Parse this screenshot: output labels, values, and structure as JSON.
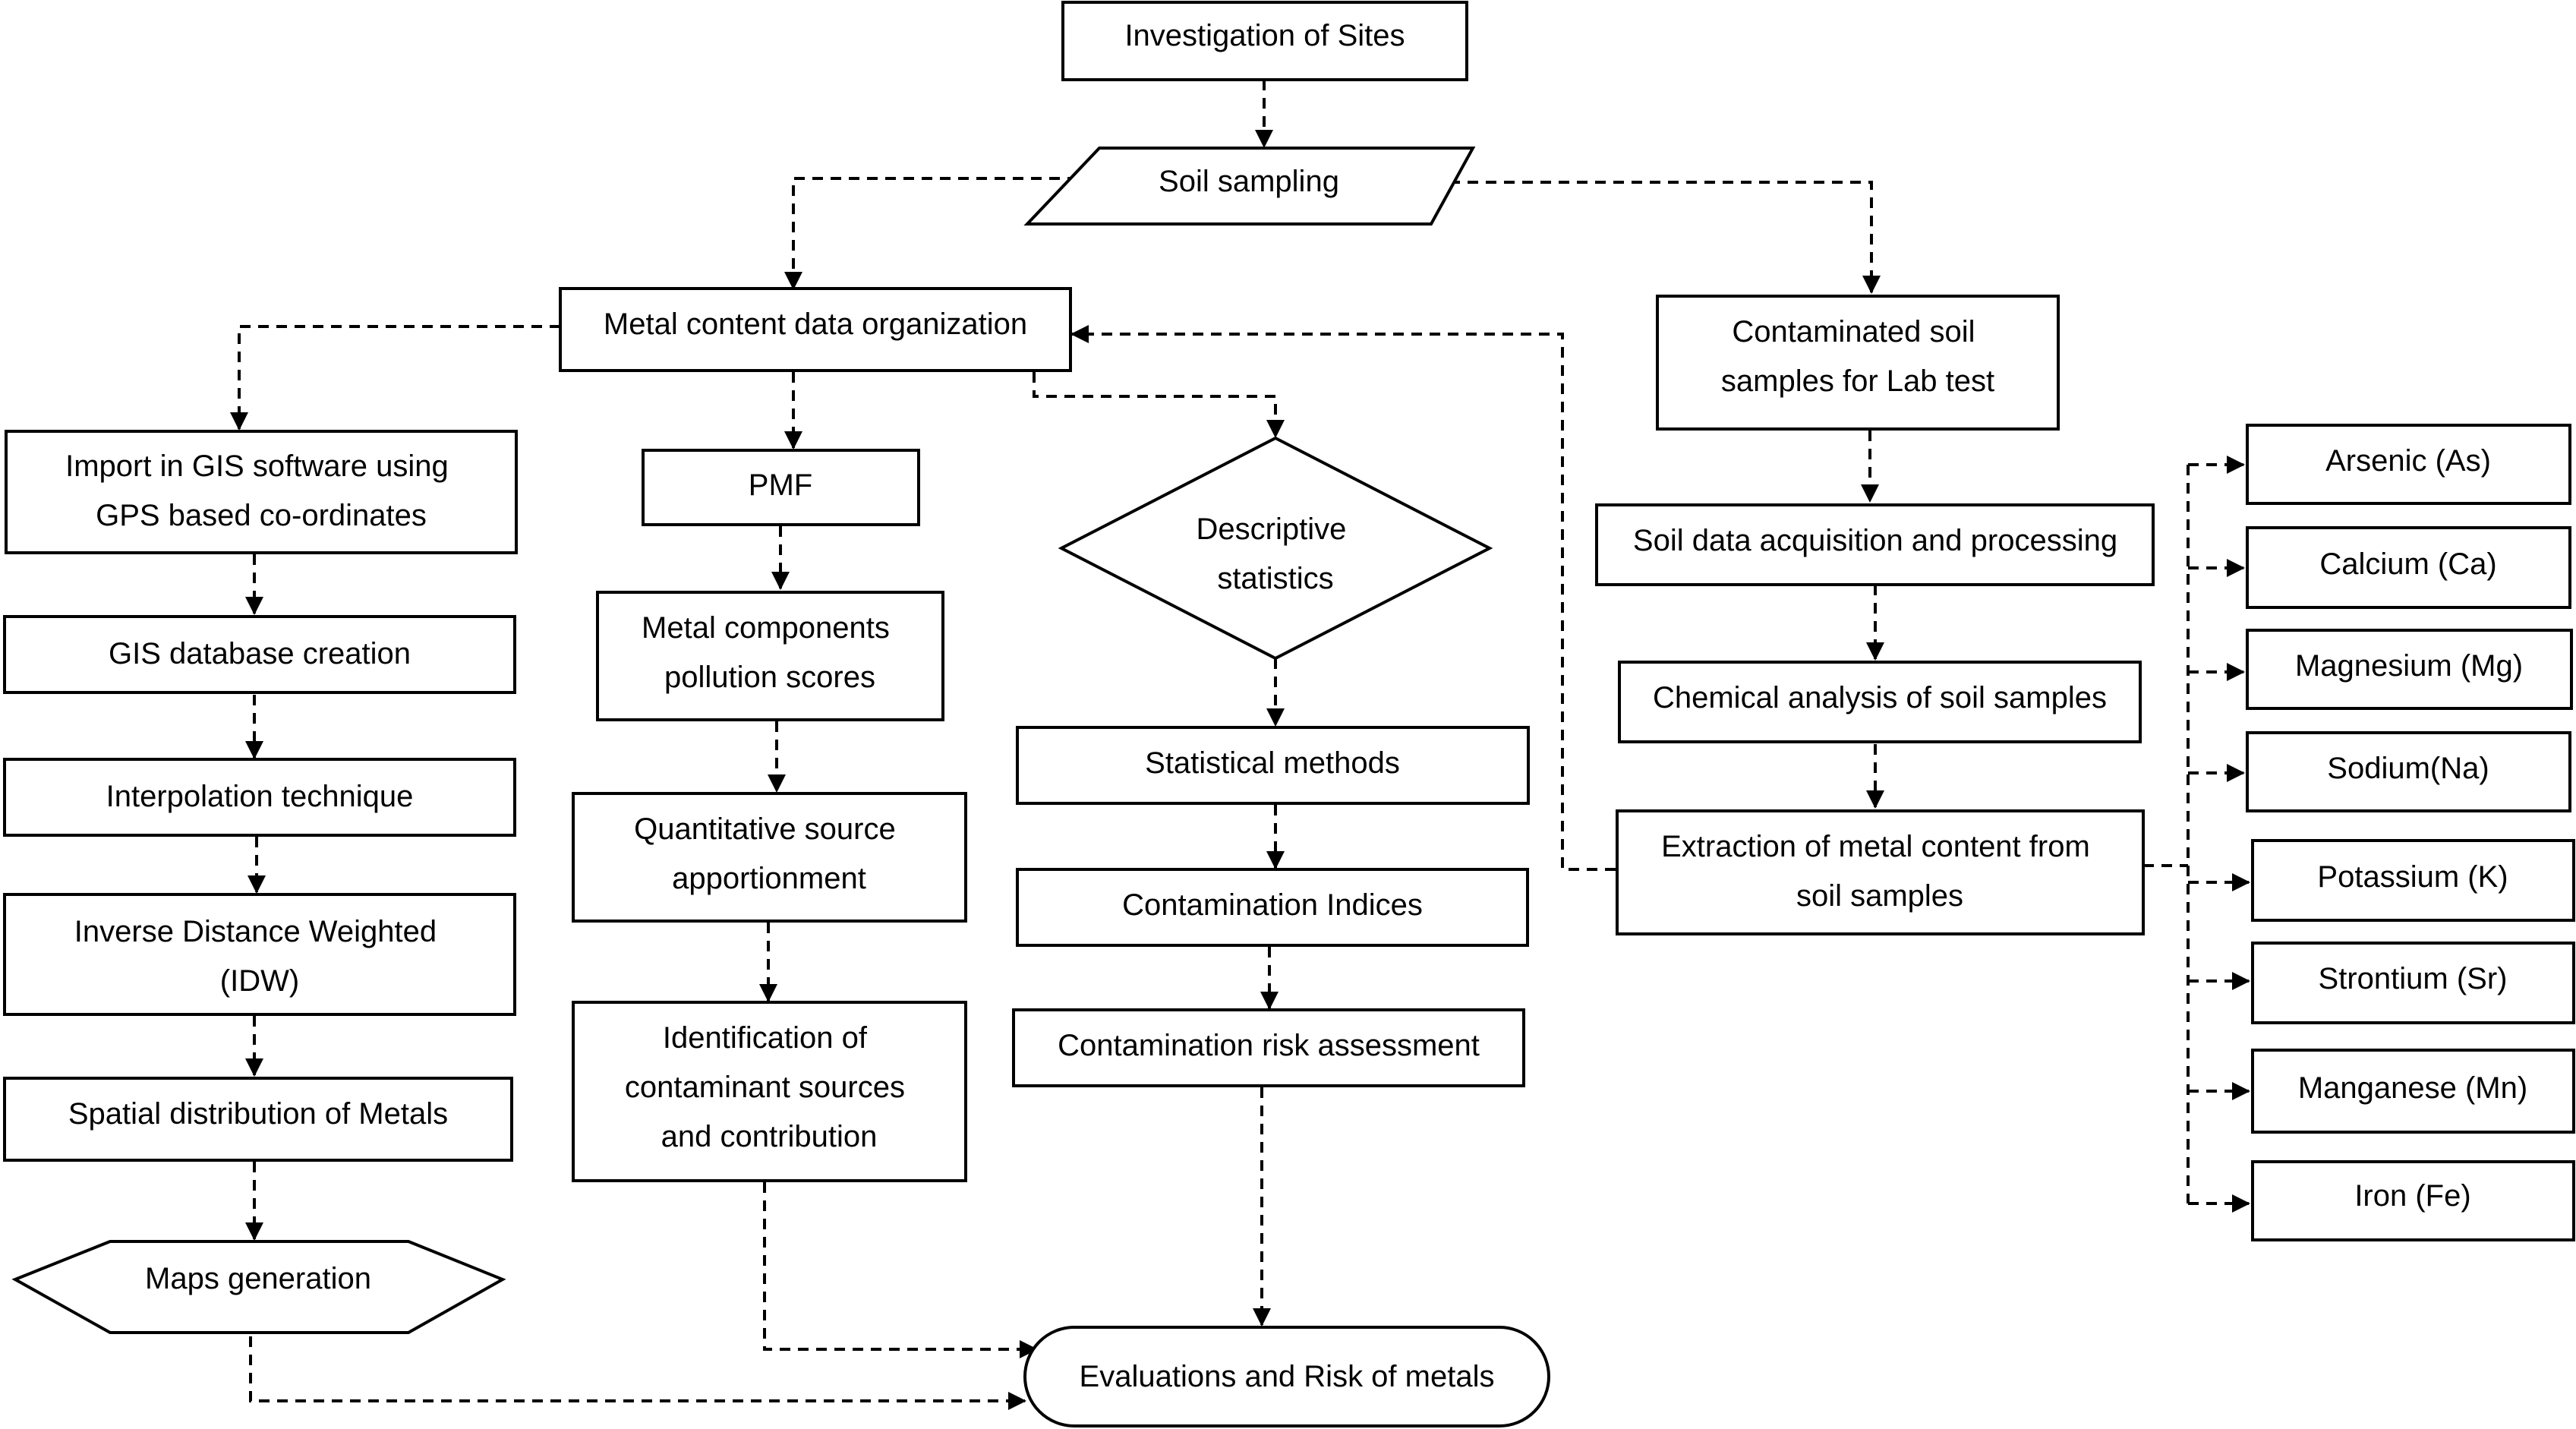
{
  "nodes": {
    "investigation": [
      "Investigation of Sites"
    ],
    "soil_sampling": [
      "Soil sampling"
    ],
    "metal_content": [
      "Metal content data organization"
    ],
    "contaminated": [
      "Contaminated soil",
      "samples for Lab test"
    ],
    "import_gis": [
      "Import in GIS software using",
      "GPS based co-ordinates"
    ],
    "gis_db": [
      "GIS database creation"
    ],
    "interpolation": [
      "Interpolation technique"
    ],
    "idw": [
      "Inverse Distance Weighted",
      "(IDW)"
    ],
    "spatial": [
      "Spatial distribution of Metals"
    ],
    "maps": [
      "Maps generation"
    ],
    "pmf": [
      "PMF"
    ],
    "pollution_scores": [
      "Metal components",
      "pollution scores"
    ],
    "quant_source": [
      "Quantitative source",
      "apportionment"
    ],
    "identification": [
      "Identification of",
      "contaminant sources",
      "and contribution"
    ],
    "descriptive": [
      "Descriptive",
      "statistics"
    ],
    "stat_methods": [
      "Statistical methods"
    ],
    "indices": [
      "Contamination Indices"
    ],
    "risk_assess": [
      "Contamination risk assessment"
    ],
    "evaluations": [
      "Evaluations and Risk of metals"
    ],
    "acquisition": [
      "Soil data acquisition and processing"
    ],
    "chemical": [
      "Chemical analysis of soil samples"
    ],
    "extraction": [
      "Extraction of metal content from",
      "soil samples"
    ],
    "arsenic": [
      "Arsenic (As)"
    ],
    "calcium": [
      "Calcium (Ca)"
    ],
    "magnesium": [
      "Magnesium (Mg)"
    ],
    "sodium": [
      "Sodium(Na)"
    ],
    "potassium": [
      "Potassium (K)"
    ],
    "strontium": [
      "Strontium (Sr)"
    ],
    "manganese": [
      "Manganese (Mn)"
    ],
    "iron": [
      "Iron (Fe)"
    ]
  }
}
